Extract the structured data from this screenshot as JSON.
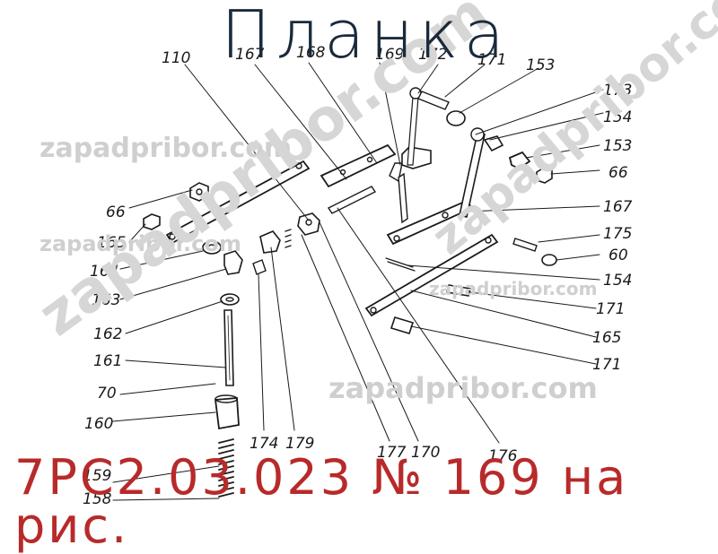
{
  "title": "Планка",
  "caption": "7РС2.03.023 № 169 на рис.",
  "watermarks": {
    "w1": "zapadpribor.com",
    "w2": "zapadpribor.com",
    "w3": "zapadpribor.com",
    "w4": "zapadpribor.com",
    "diag1": "zapadpribor.com",
    "diag2": "zapadpribor.com"
  },
  "callouts": {
    "c110": "110",
    "c167a": "167",
    "c168": "168",
    "c169": "169",
    "c172": "172",
    "c171a": "171",
    "c153a": "153",
    "c173": "173",
    "c154a": "154",
    "c153b": "153",
    "c66a": "66",
    "c167b": "167",
    "c175": "175",
    "c60": "60",
    "c154b": "154",
    "c171b": "171",
    "c165a": "165",
    "c171c": "171",
    "c66b": "66",
    "c165b": "165",
    "c164": "164",
    "c163": "163",
    "c162": "162",
    "c161": "161",
    "c70": "70",
    "c160": "160",
    "c159": "159",
    "c158": "158",
    "c174": "174",
    "c179": "179",
    "c177": "177",
    "c170": "170",
    "c176": "176"
  },
  "colors": {
    "ink": "#1a1a1a",
    "title": "#1a2a3c",
    "caption": "#b82a2a",
    "watermark": "#cfcfcf"
  }
}
